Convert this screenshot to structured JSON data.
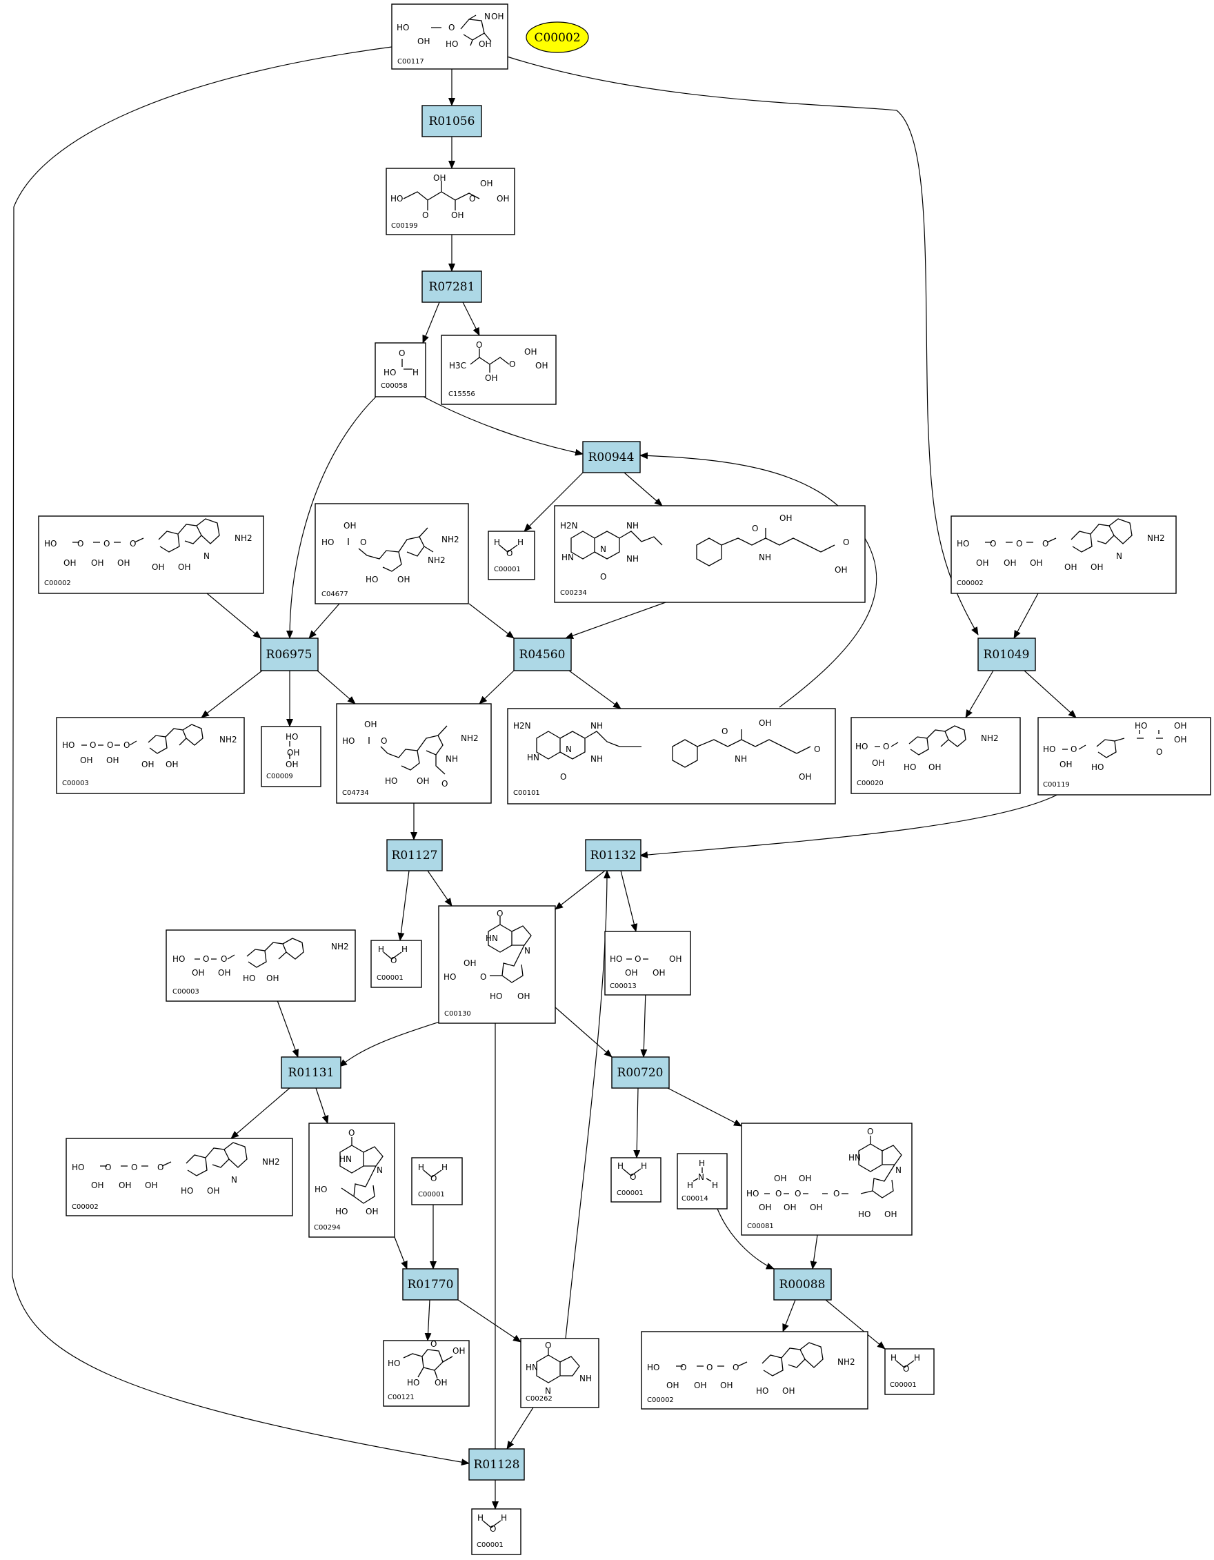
{
  "start": {
    "label": "C00002",
    "color": "#ffff00"
  },
  "reaction_color": "#add8e6",
  "reactions": {
    "R01056": "R01056",
    "R07281": "R07281",
    "R00944": "R00944",
    "R06975": "R06975",
    "R04560": "R04560",
    "R01049": "R01049",
    "R01127": "R01127",
    "R01132": "R01132",
    "R01131": "R01131",
    "R00720": "R00720",
    "R01770": "R01770",
    "R00088": "R00088",
    "R01128": "R01128"
  },
  "compounds": {
    "c00117": {
      "id": "C00117",
      "atoms": [
        "HO",
        "O",
        "OH",
        "N",
        "OH",
        "HO",
        "OH"
      ]
    },
    "c00199": {
      "id": "C00199",
      "atoms": [
        "OH",
        "HO",
        "O",
        "OH",
        "O",
        "OH",
        "OH"
      ]
    },
    "c00058": {
      "id": "C00058",
      "atoms": [
        "O",
        "HO",
        "H"
      ]
    },
    "c15556": {
      "id": "C15556",
      "atoms": [
        "O",
        "OH",
        "H3C",
        "OH",
        "O",
        "OH"
      ]
    },
    "c00001_a": {
      "id": "C00001",
      "atoms": [
        "H",
        "O",
        "H"
      ]
    },
    "c00234": {
      "id": "C00234",
      "atoms": [
        "H2N",
        "N",
        "NH",
        "HN",
        "NH",
        "O",
        "O",
        "OH",
        "NH",
        "O",
        "OH"
      ]
    },
    "c00002_a": {
      "id": "C00002",
      "atoms": [
        "HO",
        "O",
        "O",
        "O",
        "OH",
        "OH",
        "OH",
        "NH2",
        "N",
        "OH",
        "OH"
      ]
    },
    "c04677": {
      "id": "C04677",
      "atoms": [
        "OH",
        "HO",
        "O",
        "NH2",
        "NH2",
        "HO",
        "OH"
      ]
    },
    "c00002_b": {
      "id": "C00002",
      "atoms": [
        "HO",
        "O",
        "O",
        "O",
        "OH",
        "OH",
        "OH",
        "NH2",
        "N",
        "OH",
        "OH"
      ]
    },
    "c00003_a": {
      "id": "C00003",
      "atoms": [
        "HO",
        "O",
        "O",
        "O",
        "OH",
        "OH",
        "NH2",
        "OH",
        "OH"
      ]
    },
    "c00009": {
      "id": "C00009",
      "atoms": [
        "HO",
        "OH",
        "OH"
      ]
    },
    "c04734": {
      "id": "C04734",
      "atoms": [
        "OH",
        "HO",
        "O",
        "NH2",
        "NH",
        "O",
        "HO",
        "OH"
      ]
    },
    "c00101": {
      "id": "C00101",
      "atoms": [
        "H2N",
        "N",
        "NH",
        "HN",
        "NH",
        "O",
        "O",
        "OH",
        "NH",
        "O",
        "OH"
      ]
    },
    "c00020": {
      "id": "C00020",
      "atoms": [
        "HO",
        "O",
        "OH",
        "NH2",
        "HO",
        "OH"
      ]
    },
    "c00119": {
      "id": "C00119",
      "atoms": [
        "HO",
        "O",
        "OH",
        "HO",
        "OH",
        "OH",
        "O",
        "HO"
      ]
    },
    "c00001_b": {
      "id": "C00001",
      "atoms": [
        "H",
        "O",
        "H"
      ]
    },
    "c00130": {
      "id": "C00130",
      "atoms": [
        "O",
        "HN",
        "N",
        "OH",
        "HO",
        "O",
        "HO",
        "OH"
      ]
    },
    "c00013": {
      "id": "C00013",
      "atoms": [
        "HO",
        "O",
        "OH",
        "OH",
        "OH"
      ]
    },
    "c00003_b": {
      "id": "C00003",
      "atoms": [
        "HO",
        "O",
        "O",
        "OH",
        "OH",
        "NH2",
        "HO",
        "OH"
      ]
    },
    "c00002_c": {
      "id": "C00002",
      "atoms": [
        "HO",
        "O",
        "O",
        "O",
        "OH",
        "OH",
        "OH",
        "NH2",
        "N",
        "HO",
        "OH"
      ]
    },
    "c00294": {
      "id": "C00294",
      "atoms": [
        "O",
        "HN",
        "N",
        "HO",
        "HO",
        "OH"
      ]
    },
    "c00001_c": {
      "id": "C00001",
      "atoms": [
        "H",
        "O",
        "H"
      ]
    },
    "c00001_d": {
      "id": "C00001",
      "atoms": [
        "H",
        "O",
        "H"
      ]
    },
    "c00014": {
      "id": "C00014",
      "atoms": [
        "H",
        "N",
        "H",
        "H"
      ]
    },
    "c00081": {
      "id": "C00081",
      "atoms": [
        "O",
        "HN",
        "N",
        "OH",
        "OH",
        "HO",
        "O",
        "O",
        "O",
        "OH",
        "OH",
        "OH",
        "HO",
        "OH"
      ]
    },
    "c00121": {
      "id": "C00121",
      "atoms": [
        "HO",
        "O",
        "OH",
        "HO",
        "OH"
      ]
    },
    "c00262": {
      "id": "C00262",
      "atoms": [
        "O",
        "HN",
        "N",
        "NH"
      ]
    },
    "c00002_d": {
      "id": "C00002",
      "atoms": [
        "HO",
        "O",
        "O",
        "O",
        "OH",
        "OH",
        "OH",
        "NH2",
        "HO",
        "OH"
      ]
    },
    "c00001_e": {
      "id": "C00001",
      "atoms": [
        "H",
        "O",
        "H"
      ]
    },
    "c00001_f": {
      "id": "C00001",
      "atoms": [
        "H",
        "O",
        "H"
      ]
    }
  }
}
